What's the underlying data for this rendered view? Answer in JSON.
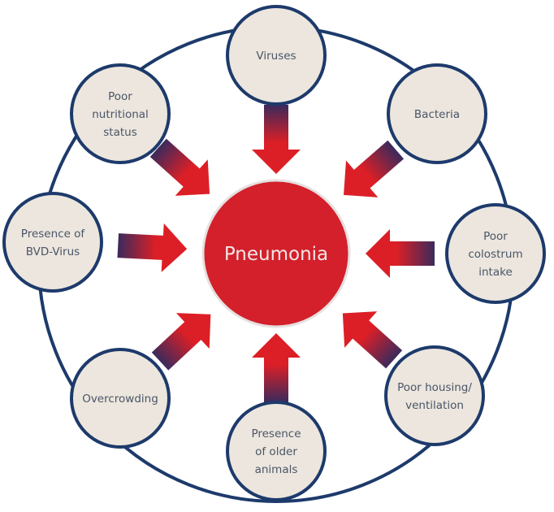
{
  "center": {
    "label": "Pneumonia"
  },
  "factors": [
    {
      "id": "viruses",
      "lines": [
        "Viruses"
      ],
      "angle": -90
    },
    {
      "id": "bacteria",
      "lines": [
        "Bacteria"
      ],
      "angle": -42
    },
    {
      "id": "poor-colostrum-intake",
      "lines": [
        "Poor",
        "colostrum",
        "intake"
      ],
      "angle": 0
    },
    {
      "id": "poor-housing-ventilation",
      "lines": [
        "Poor housing/",
        "ventilation"
      ],
      "angle": 42
    },
    {
      "id": "presence-of-older-animals",
      "lines": [
        "Presence",
        "of older",
        "animals"
      ],
      "angle": 90
    },
    {
      "id": "overcrowding",
      "lines": [
        "Overcrowding"
      ],
      "angle": 138
    },
    {
      "id": "presence-of-bvd-virus",
      "lines": [
        "Presence of",
        "BVD-Virus"
      ],
      "angle": 180
    },
    {
      "id": "poor-nutritional-status",
      "lines": [
        "Poor",
        "nutritional",
        "status"
      ],
      "angle": 222
    }
  ],
  "colors": {
    "ring": "#1d3a6b",
    "satellite_fill": "#ece6de",
    "center_fill": "#d3202b",
    "arrow_tail": "#3b2a5c",
    "arrow_head": "#dc1f26"
  }
}
